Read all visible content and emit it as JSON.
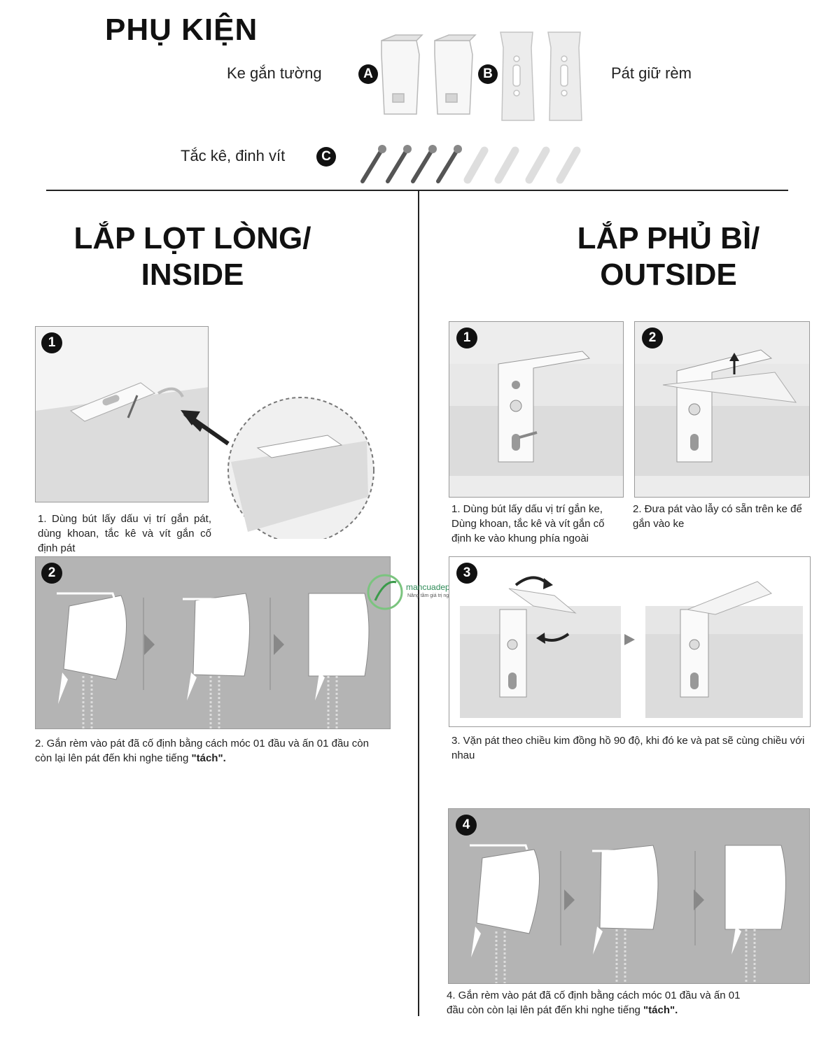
{
  "accessories": {
    "title": "PHỤ KIỆN",
    "bracket_label": "Ke gắn tường",
    "bracket_badge": "A",
    "holder_label": "Pát giữ rèm",
    "holder_badge": "B",
    "screws_label": "Tắc kê, đinh vít",
    "screws_badge": "C"
  },
  "inside": {
    "title_line1": "LẮP LỌT LÒNG/",
    "title_line2": "INSIDE",
    "step1": {
      "badge": "1",
      "caption": "1. Dùng bút lấy dấu vị trí gắn pát, dùng khoan, tắc kê và vít gắn cố định pát"
    },
    "step2": {
      "badge": "2",
      "caption_line1": "2. Gắn rèm vào pát đã cố định bằng cách móc 01 đầu và ấn 01 đầu còn",
      "caption_line2_prefix": "còn lại lên pát đến khi nghe tiếng ",
      "caption_line2_bold": "\"tách\"."
    }
  },
  "outside": {
    "title_line1": "LẮP PHỦ BÌ/",
    "title_line2": "OUTSIDE",
    "step1": {
      "badge": "1",
      "caption": "1. Dùng bút lấy dấu vị trí gắn ke, Dùng khoan, tắc kê và vít gắn cố định ke vào khung phía ngoài"
    },
    "step2": {
      "badge": "2",
      "caption": "2. Đưa pát vào lẫy có sẵn trên ke để gắn vào ke"
    },
    "step3": {
      "badge": "3",
      "caption": "3. Vặn pát theo chiều kim đồng hồ 90 độ, khi đó ke và pat sẽ cùng chiều với nhau"
    },
    "step4": {
      "badge": "4",
      "caption_line1": "4. Gắn rèm vào pát đã cố định bằng cách móc 01 đầu và ấn 01",
      "caption_line2_prefix": "đầu còn còn lại lên pát đến khi nghe tiếng ",
      "caption_line2_bold": "\"tách\"."
    }
  },
  "watermark": {
    "brand": "mancuadep.vn",
    "tagline": "Nâng tầm giá trị ngôi nhà bạn!"
  }
}
